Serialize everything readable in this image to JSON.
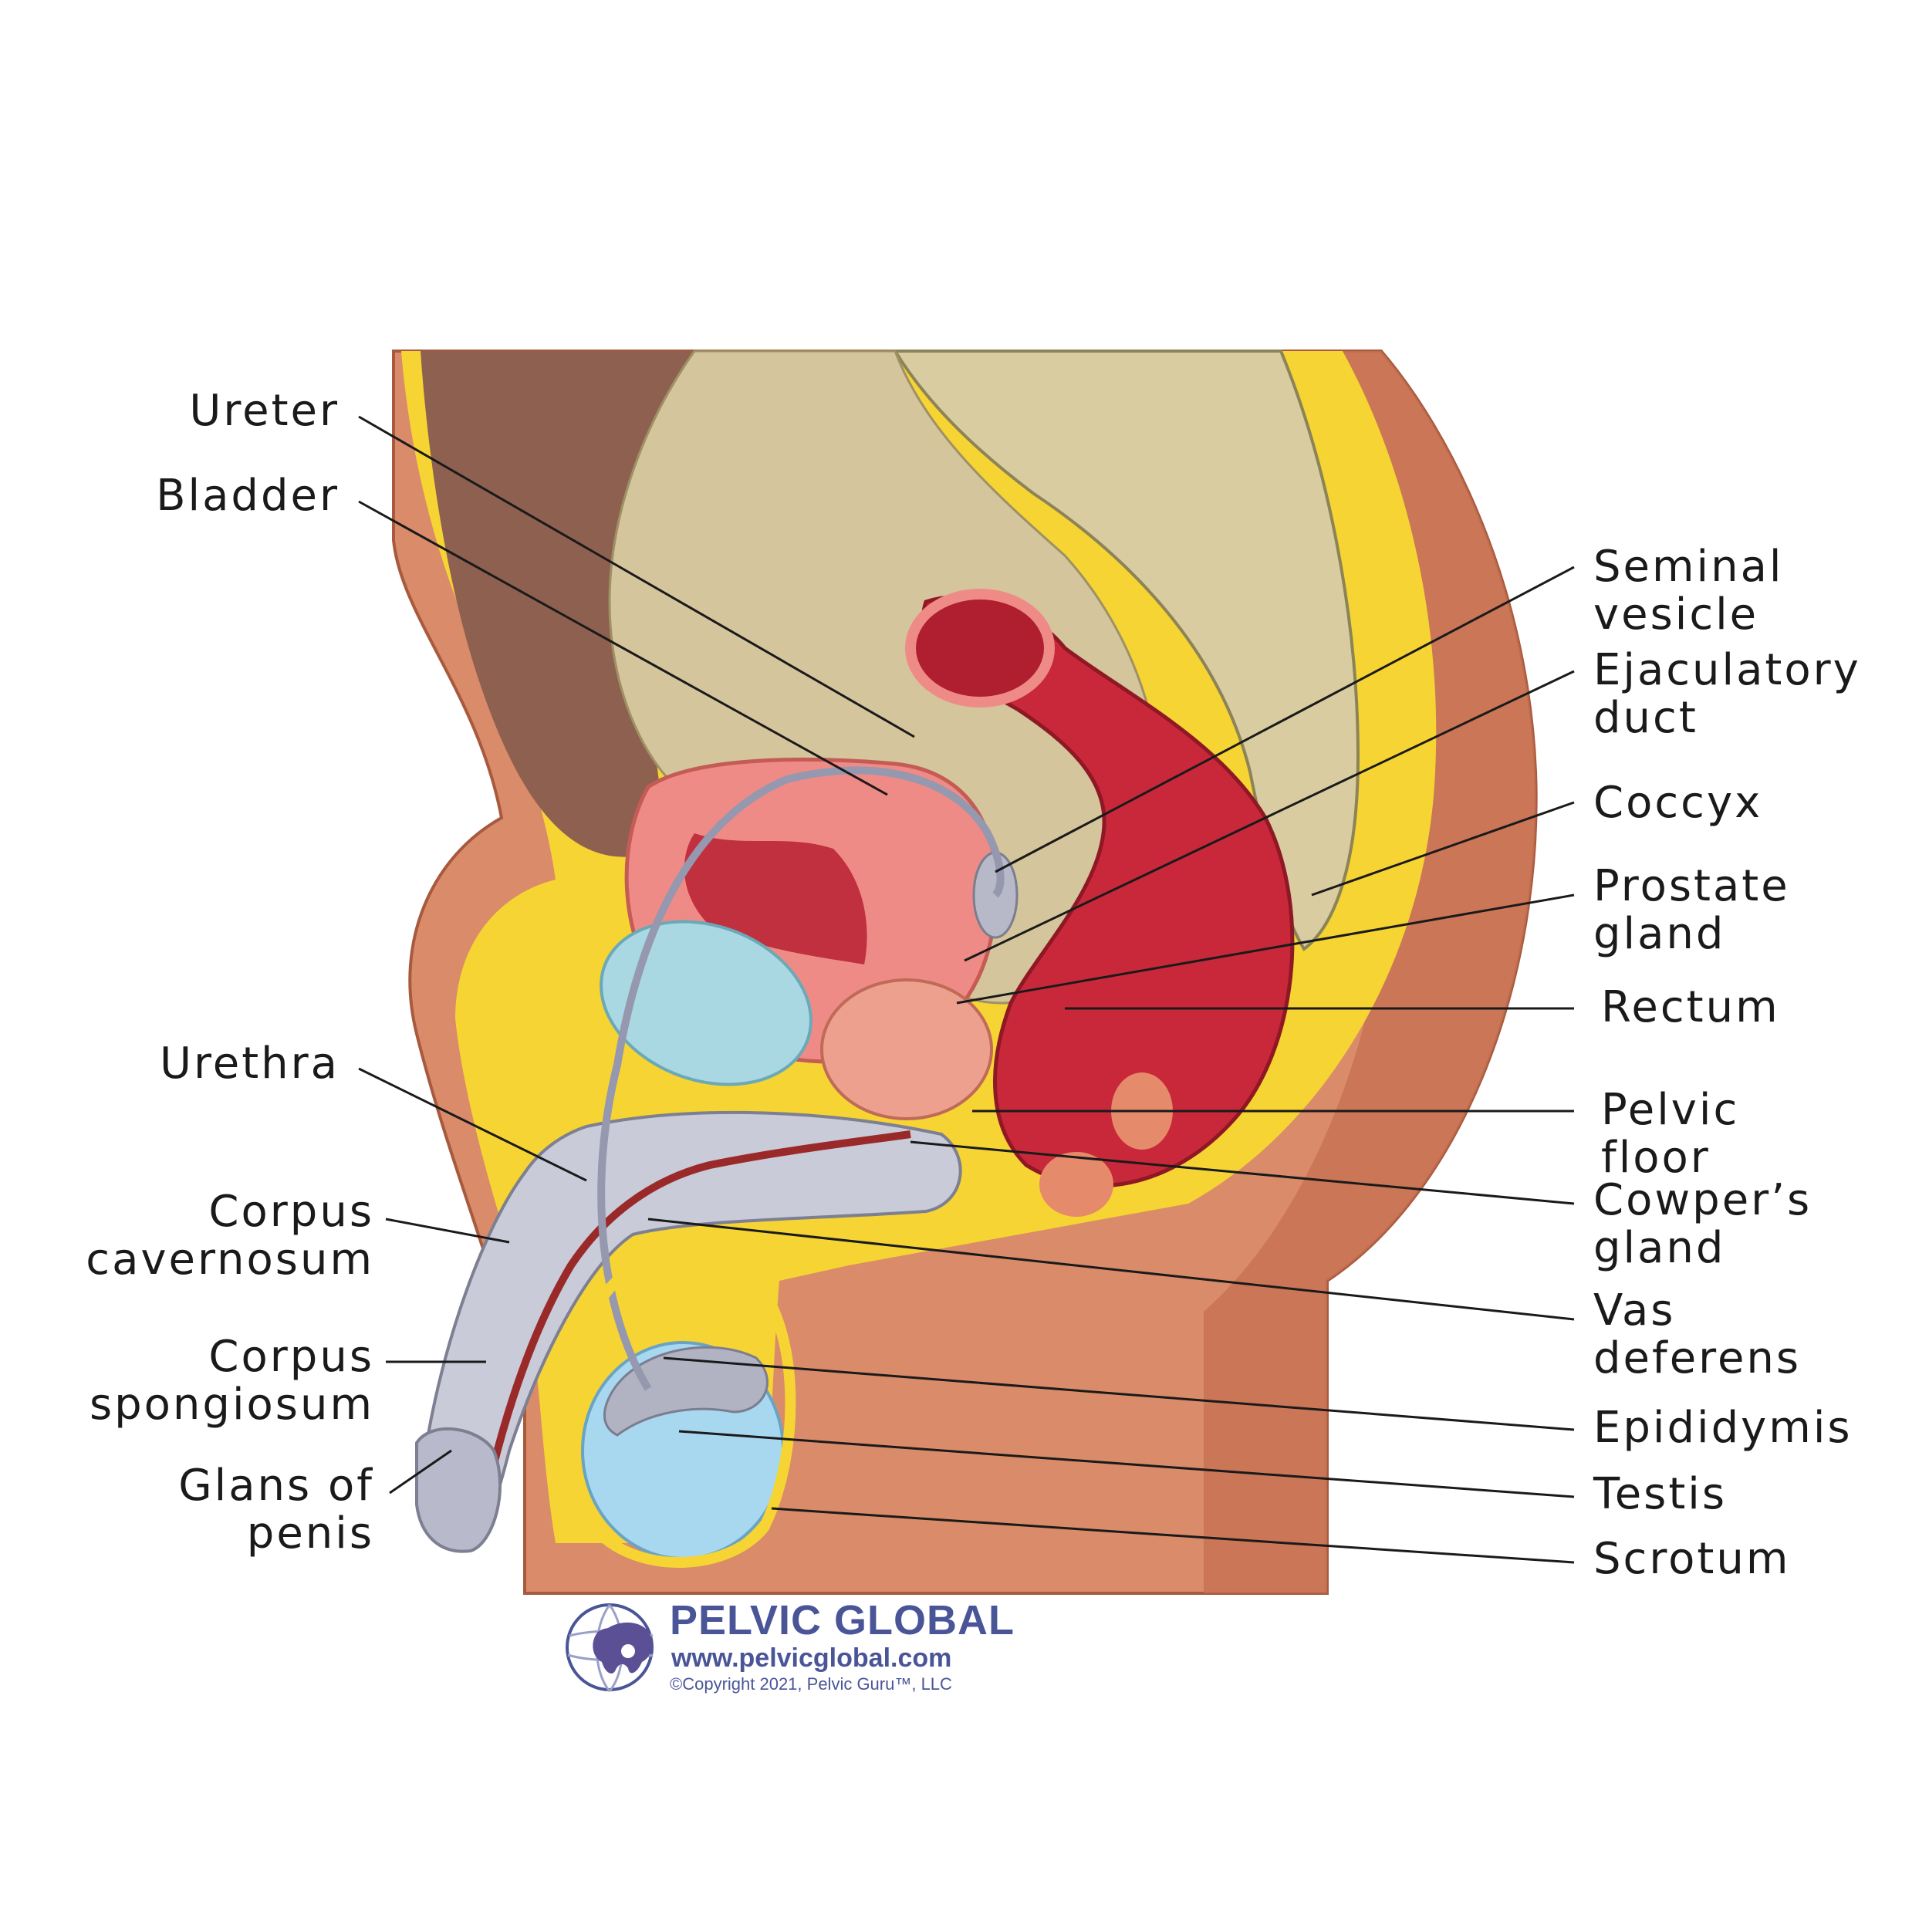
{
  "labels_left": [
    {
      "id": "ureter",
      "lines": [
        "Ureter"
      ]
    },
    {
      "id": "bladder",
      "lines": [
        "Bladder"
      ]
    },
    {
      "id": "urethra",
      "lines": [
        "Urethra"
      ]
    },
    {
      "id": "corpus-cavernosum",
      "lines": [
        "Corpus",
        "cavernosum"
      ]
    },
    {
      "id": "corpus-spongiosum",
      "lines": [
        "Corpus",
        "spongiosum"
      ]
    },
    {
      "id": "glans-of-penis",
      "lines": [
        "Glans of",
        "penis"
      ]
    }
  ],
  "labels_right": [
    {
      "id": "seminal-vesicle",
      "lines": [
        "Seminal",
        "vesicle"
      ]
    },
    {
      "id": "ejaculatory-duct",
      "lines": [
        "Ejaculatory",
        "duct"
      ]
    },
    {
      "id": "coccyx",
      "lines": [
        "Coccyx"
      ]
    },
    {
      "id": "prostate-gland",
      "lines": [
        "Prostate",
        "gland"
      ]
    },
    {
      "id": "rectum",
      "lines": [
        "Rectum"
      ]
    },
    {
      "id": "pelvic-floor",
      "lines": [
        "Pelvic",
        "floor"
      ]
    },
    {
      "id": "cowpers-gland",
      "lines": [
        "Cowper’s",
        "gland"
      ]
    },
    {
      "id": "vas-deferens",
      "lines": [
        "Vas",
        "deferens"
      ]
    },
    {
      "id": "epididymis",
      "lines": [
        "Epididymis"
      ]
    },
    {
      "id": "testis",
      "lines": [
        "Testis"
      ]
    },
    {
      "id": "scrotum",
      "lines": [
        "Scrotum"
      ]
    }
  ],
  "brand": {
    "name": "PELVIC GLOBAL",
    "url": "www.pelvicglobal.com",
    "copyright": "©Copyright 2021, Pelvic Guru™, LLC",
    "logo_icon": "globe-pelvis-logo-icon"
  },
  "colors": {
    "skin": "#d98b6a",
    "skin_dark": "#c0684a",
    "fat": "#f6d433",
    "bone": "#d8cca0",
    "bladder": "#ef8b86",
    "rectum": "#c8283a",
    "testis": "#a8d8f0",
    "brand": "#4a5598"
  }
}
